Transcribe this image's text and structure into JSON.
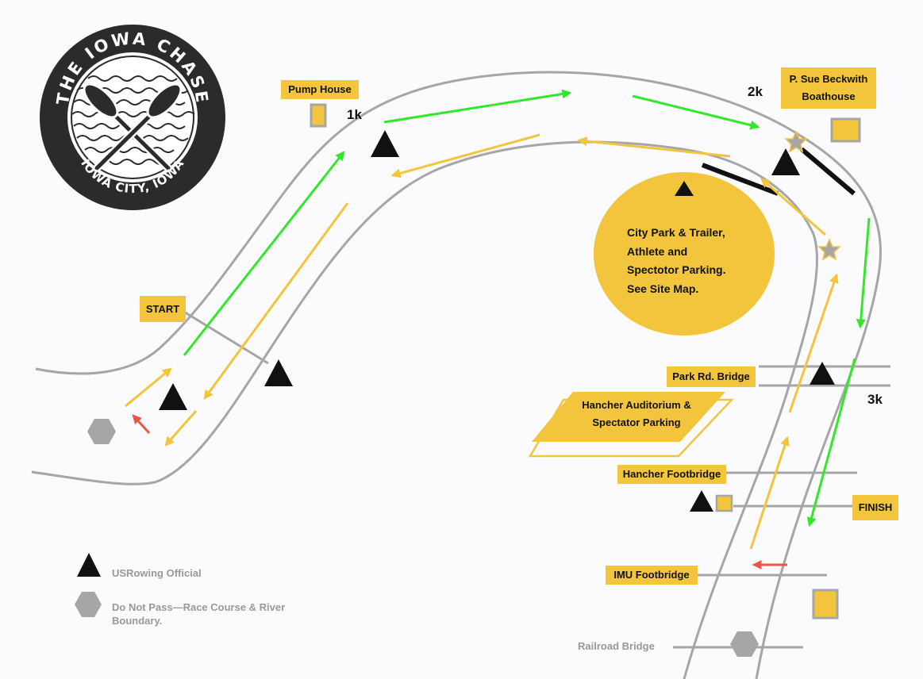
{
  "logo": {
    "top_text": "THE IOWA CHASE",
    "bottom_text": "IOWA CITY, IOWA",
    "icon": "crossed-oars-icon"
  },
  "labels": {
    "pump_house": "Pump House",
    "boathouse_line1": "P. Sue Beckwith",
    "boathouse_line2": "Boathouse",
    "start": "START",
    "park_rd_bridge": "Park Rd. Bridge",
    "hancher_aud_line1": "Hancher Auditorium &",
    "hancher_aud_line2": "Spectator Parking",
    "hancher_footbridge": "Hancher Footbridge",
    "finish": "FINISH",
    "imu_footbridge": "IMU Footbridge",
    "railroad_bridge": "Railroad Bridge"
  },
  "markers": {
    "k1": "1k",
    "k2": "2k",
    "k3": "3k"
  },
  "park": {
    "line1": "City Park & Trailer,",
    "line2": "Athlete and",
    "line3": "Spectotor Parking.",
    "line4": "See Site Map."
  },
  "legend": {
    "official": "USRowing Official",
    "no_pass_line1": "Do Not Pass—Race Course & River",
    "no_pass_line2": "Boundary."
  },
  "colors": {
    "race_direction": "#33e82a",
    "warmup_direction": "#f2c53d",
    "caution_arrow": "#e8584a",
    "river_bank": "#a6a6a6",
    "label_fill": "#f2c53d",
    "official_marker": "#111111",
    "boundary_marker": "#a6a6a6"
  }
}
